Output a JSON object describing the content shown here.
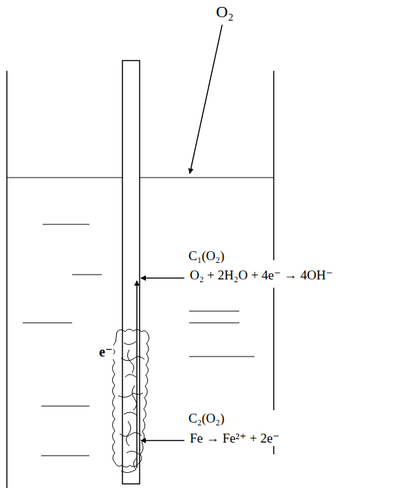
{
  "diagram": {
    "labels": [
      "O₂",
      "C₁(O₂)",
      "O₂ + 2H₂O + 4e⁻ → 4OH⁻",
      "e⁻",
      "C₂(O₂)",
      "Fe → Fe²⁺ + 2e⁻"
    ]
  }
}
